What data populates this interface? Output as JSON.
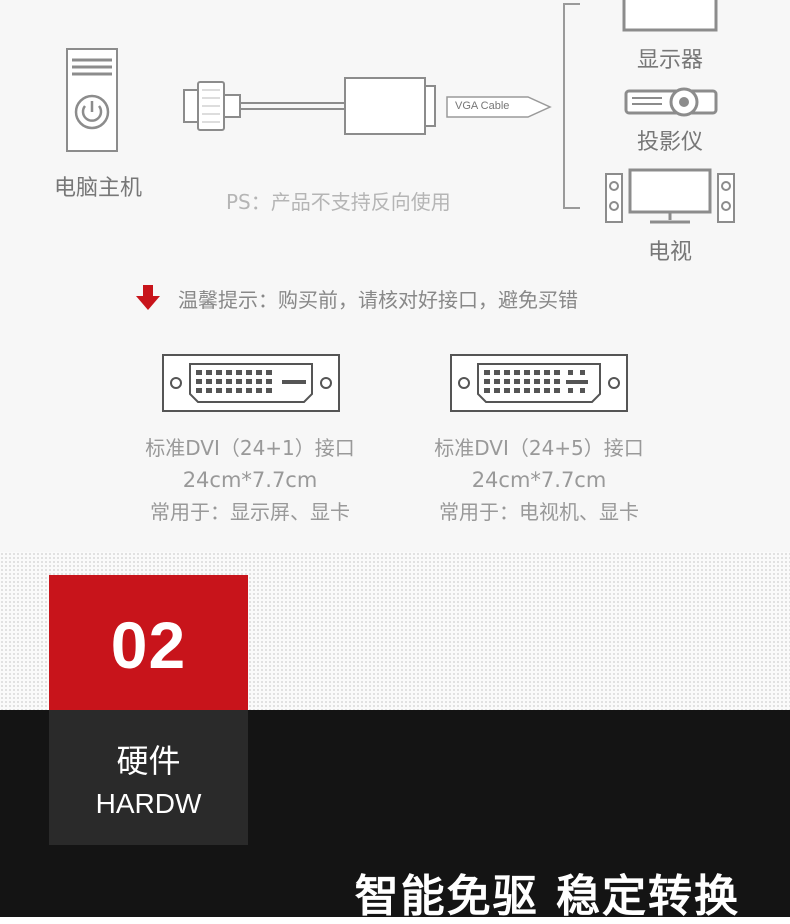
{
  "diagram": {
    "source_device": "电脑主机",
    "cable_tag": "VGA Cable",
    "ps_note": "PS：产品不支持反向使用",
    "targets": {
      "monitor": "显示器",
      "projector": "投影仪",
      "tv": "电视"
    }
  },
  "tip": {
    "text": "温馨提示：购买前，请核对好接口，避免买错"
  },
  "connectors": [
    {
      "name": "标准DVI（24+1）接口",
      "size": "24cm*7.7cm",
      "usage": "常用于：显示屏、显卡"
    },
    {
      "name": "标准DVI（24+5）接口",
      "size": "24cm*7.7cm",
      "usage": "常用于：电视机、显卡"
    }
  ],
  "section": {
    "number": "02",
    "title_cn": "硬件",
    "title_en": "HARDW",
    "slogan": "智能免驱 稳定转换"
  },
  "colors": {
    "accent_red": "#c8141b",
    "dark_bg": "#141414",
    "icon_gray": "#8c8c8c"
  }
}
